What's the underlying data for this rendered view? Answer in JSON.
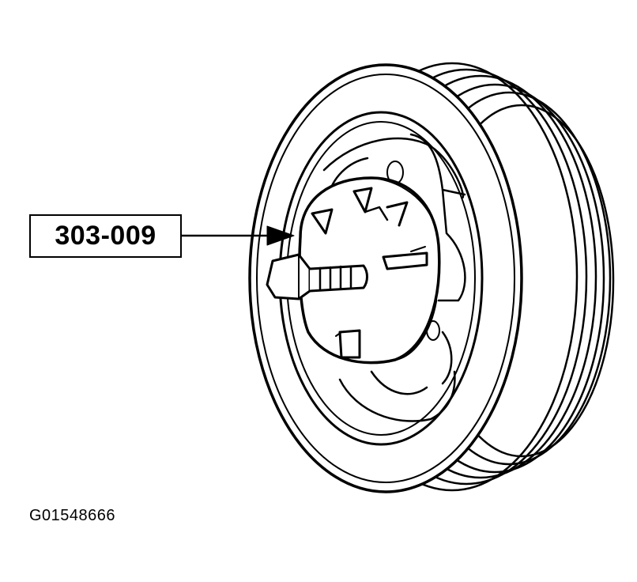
{
  "callout": {
    "label": "303-009"
  },
  "figure": {
    "code": "G01548666"
  },
  "colors": {
    "line": "#000000",
    "background": "#ffffff"
  },
  "icons": {
    "part": "crankshaft-pulley-illustration",
    "tool": "holding-tool-illustration",
    "pointer": "arrow-icon"
  }
}
